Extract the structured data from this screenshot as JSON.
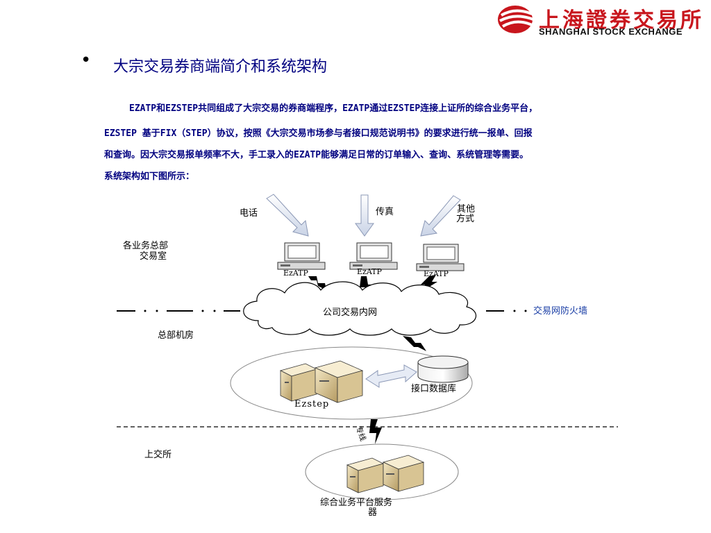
{
  "logo": {
    "name_cn": "上海證券交易所",
    "name_en": "SHANGHAI STOCK EXCHANGE",
    "brand_color": "#c8161d"
  },
  "slide": {
    "title": "大宗交易券商端简介和系统架构",
    "paragraph_lines": [
      "EZATP和EZSTEP共同组成了大宗交易的券商端程序，EZATP通过EZSTEP连接上证所的综合业务平台，",
      "EZSTEP 基于FIX（STEP）协议，按照《大宗交易市场参与者接口规范说明书》的要求进行统一报单、回报",
      "和查询。因大宗交易报单频率不大，手工录入的EZATP能够满足日常的订单输入、查询、系统管理等需要。",
      "系统架构如下图所示："
    ],
    "text_color": "#000080"
  },
  "diagram": {
    "inputs": [
      "电话",
      "传真",
      "其他",
      "方式"
    ],
    "terminal_label": "EzATP",
    "zone_branch": [
      "各业务总部",
      "交易室"
    ],
    "intranet": "公司交易内网",
    "firewall": "交易网防火墙",
    "zone_hq": "总部机房",
    "database": "接口数据库",
    "ezstep": "Ezstep",
    "link": "专线",
    "zone_sse": "上交所",
    "platform": [
      "综合业务平台服务",
      "器"
    ]
  }
}
